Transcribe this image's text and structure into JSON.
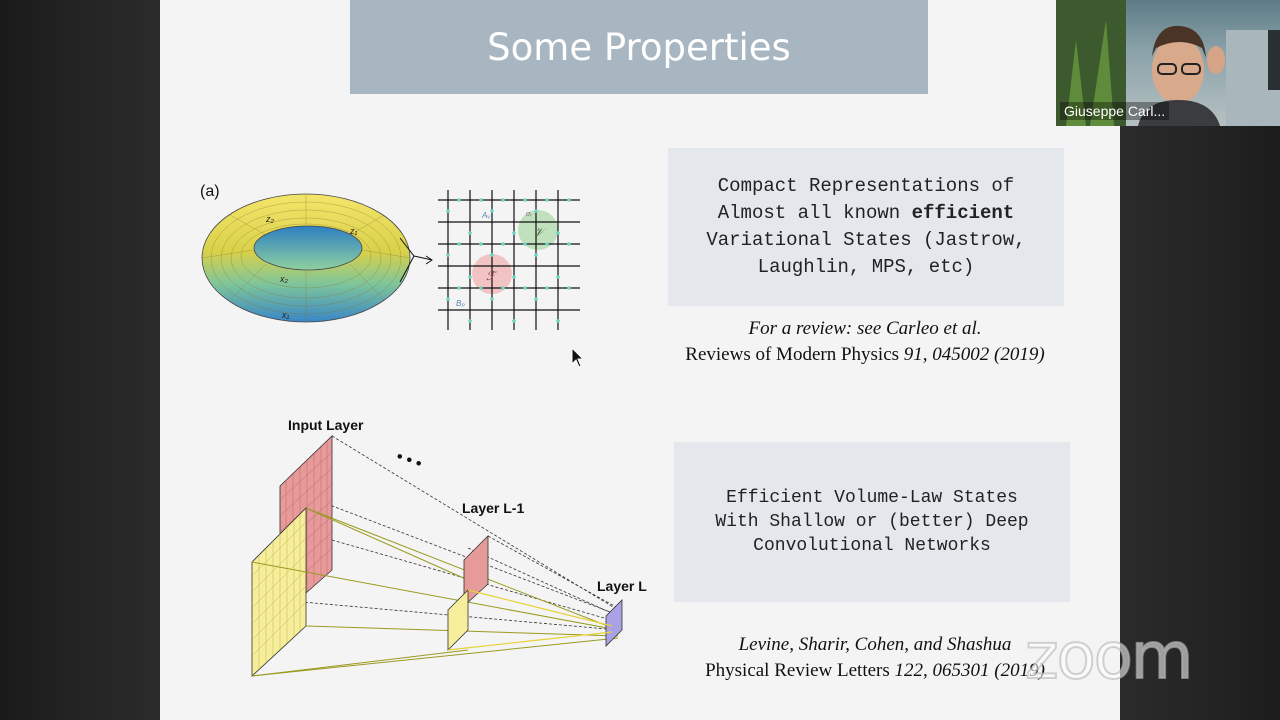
{
  "slide": {
    "title": "Some Properties",
    "figure_a_label": "(a)",
    "torus_labels": [
      "z₂",
      "z₁",
      "x₂",
      "x₁"
    ],
    "lattice_labels": [
      "Aᵥ",
      "Bₚ",
      "σᵣ",
      "𝒱",
      "ℱ"
    ],
    "box1": {
      "line1": "Compact Representations of",
      "line2_pre": "Almost all known ",
      "line2_bold": "efficient",
      "line3": "Variational States (Jastrow,",
      "line4": "Laughlin, MPS, etc)"
    },
    "cite1": {
      "line1": "For a review: see Carleo et al.",
      "line2_pre": "Reviews of Modern Physics ",
      "line2_italic": "91, 045002 (2019)"
    },
    "cnn": {
      "input_layer": "Input Layer",
      "layer_l_minus_1": "Layer L-1",
      "layer_l": "Layer L",
      "dots": "• • •"
    },
    "box2": {
      "line1": "Efficient Volume-Law States",
      "line2": "With Shallow or (better) Deep",
      "line3": "Convolutional Networks"
    },
    "cite2": {
      "line1": "Levine, Sharir, Cohen, and Shashua",
      "line2_pre": "Physical Review Letters ",
      "line2_italic": "122, 065301 (2019)"
    }
  },
  "webcam": {
    "participant_name": "Giuseppe Carl..."
  },
  "watermark": "zoom",
  "colors": {
    "title_bg": "#a8b6c1",
    "box_bg": "#e4e8ec",
    "slide_bg": "#f4f4f4"
  }
}
